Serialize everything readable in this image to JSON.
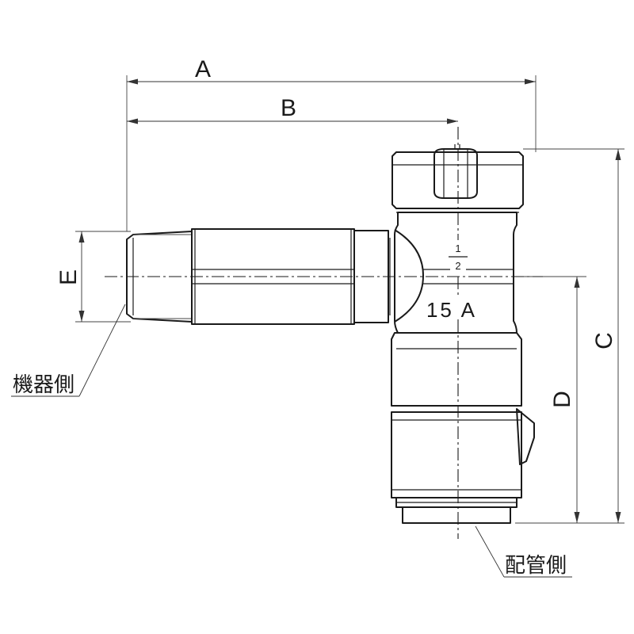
{
  "dimensions": {
    "a": "A",
    "b": "B",
    "c": "C",
    "d": "D",
    "e": "E"
  },
  "callouts": {
    "equipment_side": "機器側",
    "piping_side": "配管側"
  },
  "markings": {
    "nominal_size": "15 A",
    "fraction_numerator": "1",
    "fraction_denominator": "2"
  }
}
